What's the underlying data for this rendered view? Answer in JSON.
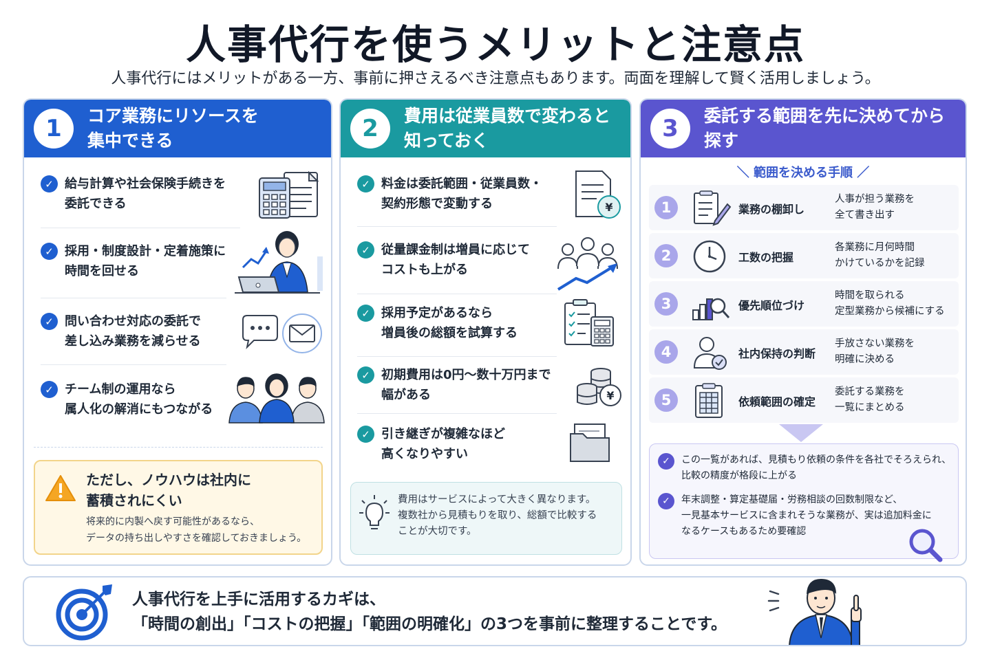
{
  "title": "人事代行を使うメリットと注意点",
  "subtitle": "人事代行にはメリットがある一方、事前に押さえるべき注意点もあります。両面を理解して賢く活用しましょう。",
  "colors": {
    "blue": "#1f5fd0",
    "teal": "#1a9aa0",
    "purple": "#5a55cf",
    "warning": "#f5a623"
  },
  "card1": {
    "number": "1",
    "title_line1": "コア業務にリソースを",
    "title_line2": "集中できる",
    "items": [
      {
        "line1": "給与計算や社会保険手続きを",
        "line2": "委託できる",
        "icon": "calculator-document-icon"
      },
      {
        "line1": "採用・制度設計・定着施策に",
        "line2": "時間を回せる",
        "icon": "woman-laptop-icon"
      },
      {
        "line1": "問い合わせ対応の委託で",
        "line2": "差し込み業務を減らせる",
        "icon": "chat-mail-icon"
      },
      {
        "line1": "チーム制の運用なら",
        "line2": "属人化の解消にもつながる",
        "icon": "team-icon"
      }
    ],
    "warning": {
      "title_line1": "ただし、ノウハウは社内に",
      "title_line2": "蓄積されにくい",
      "body_line1": "将来的に内製へ戻す可能性があるなら、",
      "body_line2": "データの持ち出しやすさを確認しておきましょう。"
    }
  },
  "card2": {
    "number": "2",
    "title_line1": "費用は従業員数で変わると",
    "title_line2": "知っておく",
    "items": [
      {
        "line1": "料金は委託範囲・従業員数・",
        "line2": "契約形態で変動する",
        "icon": "document-yen-icon"
      },
      {
        "line1": "従量課金制は増員に応じて",
        "line2": "コストも上がる",
        "icon": "people-growth-icon"
      },
      {
        "line1": "採用予定があるなら",
        "line2": "増員後の総額を試算する",
        "icon": "checklist-calculator-icon"
      },
      {
        "line1": "初期費用は0円〜数十万円まで",
        "line2": "幅がある",
        "icon": "coins-yen-icon"
      },
      {
        "line1": "引き継ぎが複雑なほど",
        "line2": "高くなりやすい",
        "icon": "folder-icon"
      }
    ],
    "tip": {
      "line1": "費用はサービスによって大きく異なります。",
      "line2": "複数社から見積もりを取り、総額で比較する",
      "line3": "ことが大切です。"
    }
  },
  "card3": {
    "number": "3",
    "title_line1": "委託する範囲を先に決めてから",
    "title_line2": "探す",
    "steps_label": "＼ 範囲を決める手順 ／",
    "steps": [
      {
        "num": "1",
        "name": "業務の棚卸し",
        "desc1": "人事が担う業務を",
        "desc2": "全て書き出す",
        "icon": "checklist-pen-icon"
      },
      {
        "num": "2",
        "name": "工数の把握",
        "desc1": "各業務に月何時間",
        "desc2": "かけているかを記録",
        "icon": "clock-icon"
      },
      {
        "num": "3",
        "name": "優先順位づけ",
        "desc1": "時間を取られる",
        "desc2": "定型業務から候補にする",
        "icon": "chart-magnifier-icon"
      },
      {
        "num": "4",
        "name": "社内保持の判断",
        "desc1": "手放さない業務を",
        "desc2": "明確に決める",
        "icon": "person-check-icon"
      },
      {
        "num": "5",
        "name": "依頼範囲の確定",
        "desc1": "委託する業務を",
        "desc2": "一覧にまとめる",
        "icon": "clipboard-table-icon"
      }
    ],
    "summary": [
      {
        "line1": "この一覧があれば、見積もり依頼の条件を各社でそろえられ、",
        "line2": "比較の精度が格段に上がる"
      },
      {
        "line1": "年末調整・算定基礎届・労務相談の回数制限など、",
        "line2": "一見基本サービスに含まれそうな業務が、実は追加料金に",
        "line3": "なるケースもあるため要確認"
      }
    ]
  },
  "bottom": {
    "line1": "人事代行を上手に活用するカギは、",
    "line2": "「時間の創出」「コストの把握」「範囲の明確化」の3つを事前に整理することです。"
  }
}
